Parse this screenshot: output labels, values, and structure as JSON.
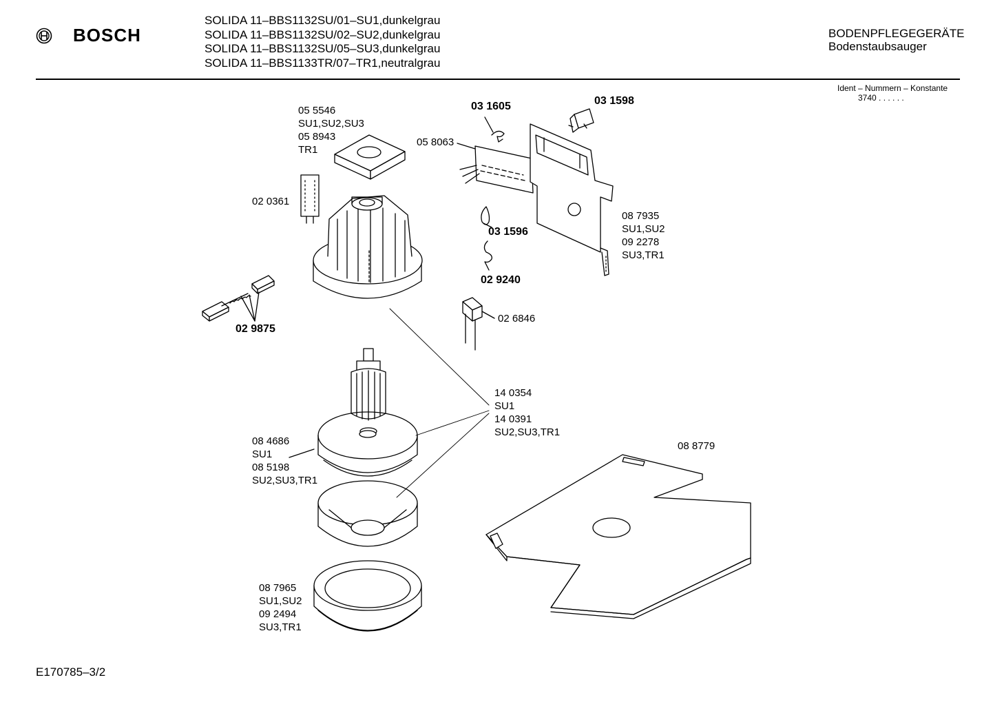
{
  "header": {
    "brand": "BOSCH",
    "models": [
      "SOLIDA 11–BBS1132SU/01–SU1,dunkelgrau",
      "SOLIDA 11–BBS1132SU/02–SU2,dunkelgrau",
      "SOLIDA 11–BBS1132SU/05–SU3,dunkelgrau",
      "SOLIDA 11–BBS1133TR/07–TR1,neutralgrau"
    ],
    "category": "BODENPFLEGEGERÄTE",
    "subcategory": "Bodenstaubsauger",
    "ident_label": "Ident – Nummern – Konstante",
    "ident_value": "3740  . .   . . . ."
  },
  "parts": {
    "p055546": [
      "05 5546",
      "SU1,SU2,SU3",
      "05 8943",
      "TR1"
    ],
    "p020361": [
      "02 0361"
    ],
    "p029875": [
      "02 9875"
    ],
    "p031605": [
      "03 1605"
    ],
    "p031598": [
      "03 1598"
    ],
    "p058063": [
      "05 8063"
    ],
    "p031596": [
      "03 1596"
    ],
    "p029240": [
      "02 9240"
    ],
    "p087935": [
      "08 7935",
      "SU1,SU2",
      "09 2278",
      "SU3,TR1"
    ],
    "p026846": [
      "02 6846"
    ],
    "p140354": [
      "14 0354",
      "SU1",
      "14 0391",
      "SU2,SU3,TR1"
    ],
    "p084686": [
      "08 4686",
      "SU1",
      "08 5198",
      "SU2,SU3,TR1"
    ],
    "p088779": [
      "08 8779"
    ],
    "p087965": [
      "08 7965",
      "SU1,SU2",
      "09 2494",
      "SU3,TR1"
    ]
  },
  "footer": {
    "drawing_id": "E170785–3/2"
  }
}
